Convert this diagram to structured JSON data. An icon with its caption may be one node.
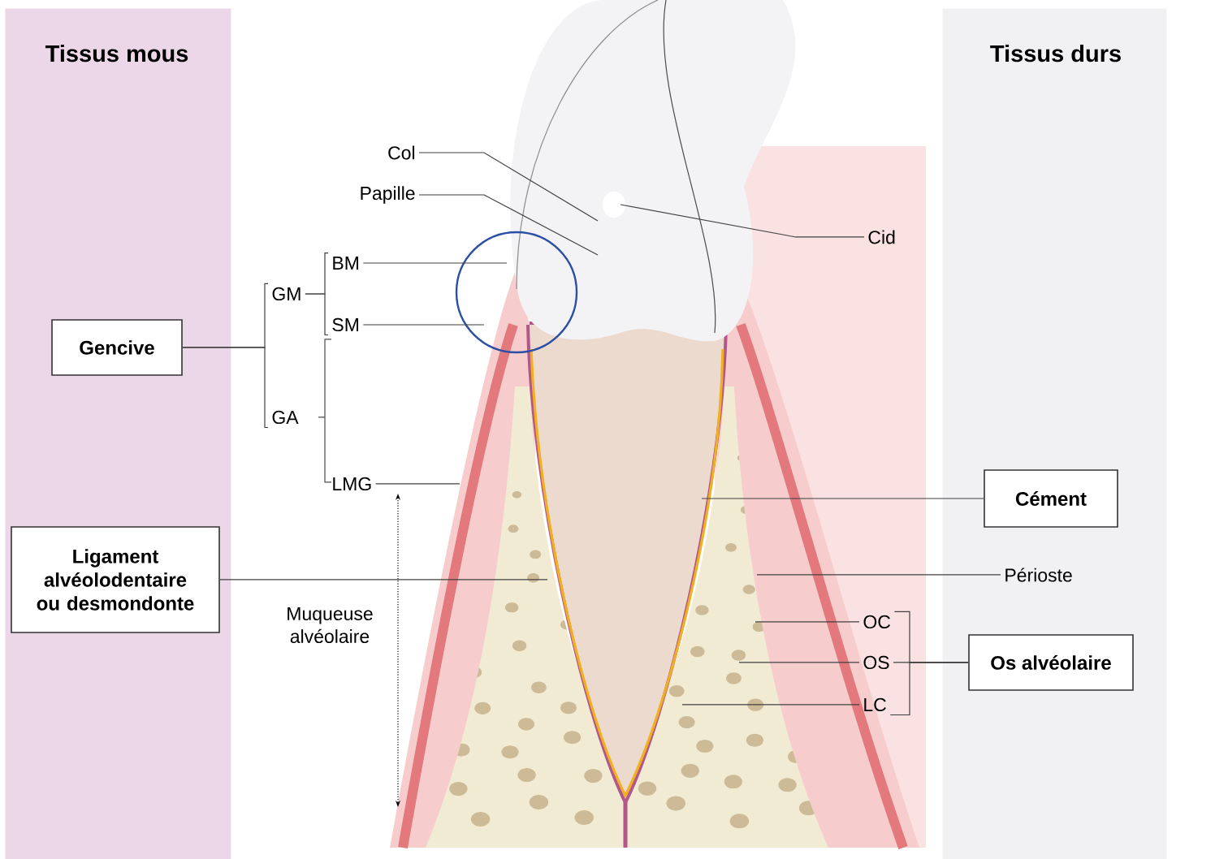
{
  "diagram": {
    "nodes": [
      {
        "text": [
          "Tissus mous"
        ]
      },
      {
        "text": [
          "Gencive"
        ],
        "in": 0
      },
      {
        "text": [
          "Ligament alvéolodentaire ou desmondonte"
        ],
        "in": 0
      },
      {
        "text": [
          "Tissus durs"
        ]
      },
      {
        "text": [
          "Cément"
        ],
        "in": 3
      },
      {
        "text": [
          "Os alvéolaire"
        ],
        "in": 3
      },
      {
        "text": [
          "Col"
        ]
      },
      {
        "text": [
          "Papille"
        ]
      },
      {
        "text": [
          "Cid"
        ]
      },
      {
        "text": [
          "BM"
        ]
      },
      {
        "text": [
          "GM"
        ]
      },
      {
        "text": [
          "SM"
        ]
      },
      {
        "text": [
          "GA"
        ]
      },
      {
        "text": [
          "LMG"
        ]
      },
      {
        "text": [
          "Périoste"
        ],
        "in": 3
      },
      {
        "text": [
          "OC"
        ]
      },
      {
        "text": [
          "OS"
        ]
      },
      {
        "text": [
          "LC"
        ]
      }
    ],
    "edges": [
      {
        "from": 1,
        "to": 10,
        "arrow": "none"
      },
      {
        "from": 1,
        "to": 12,
        "arrow": "none"
      },
      {
        "from": 10,
        "to": 9,
        "arrow": "none"
      },
      {
        "from": 10,
        "to": 11,
        "arrow": "none"
      },
      {
        "from": 5,
        "to": 15,
        "arrow": "none"
      },
      {
        "from": 5,
        "to": 16,
        "arrow": "none"
      },
      {
        "from": 5,
        "to": 17,
        "arrow": "none"
      },
      {
        "from": 6,
        "to": null,
        "arrow": "none"
      },
      {
        "from": 7,
        "to": null,
        "arrow": "none"
      },
      {
        "from": 8,
        "to": null,
        "arrow": "none"
      },
      {
        "from": 9,
        "to": null,
        "arrow": "none"
      },
      {
        "from": 11,
        "to": null,
        "arrow": "none"
      },
      {
        "from": 13,
        "to": null,
        "arrow": "none"
      },
      {
        "from": 2,
        "to": null,
        "arrow": "none"
      },
      {
        "from": 4,
        "to": null,
        "arrow": "none"
      },
      {
        "from": 14,
        "to": null,
        "arrow": "none"
      },
      {
        "from": 15,
        "to": null,
        "arrow": "none"
      },
      {
        "from": 16,
        "to": null,
        "arrow": "none"
      },
      {
        "from": 17,
        "to": null,
        "arrow": "none"
      }
    ],
    "labels": [
      "Muqueuse alvéolaire"
    ]
  }
}
